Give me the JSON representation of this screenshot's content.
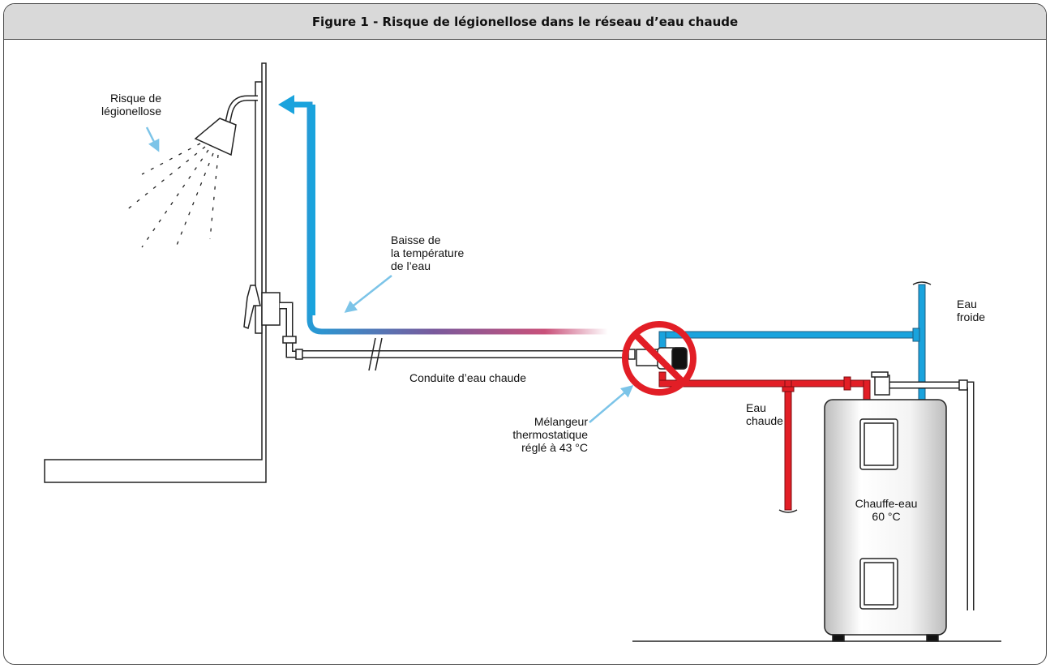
{
  "title": "Figure 1 - Risque de légionellose dans le réseau d’eau chaude",
  "labels": {
    "legionella_risk": "Risque de\nlégionellose",
    "temp_drop": "Baisse de\nla température\nde l’eau",
    "hot_water_line": "Conduite d’eau chaude",
    "thermostatic_mixer": "Mélangeur\nthermostatique\nréglé à 43 °C",
    "cold_water": "Eau\nfroide",
    "hot_water": "Eau\nchaude",
    "heater": "Chauffe-eau\n60 °C"
  },
  "colors": {
    "hot_pipe": "#e21e26",
    "cold_pipe": "#1aa3dd",
    "arrow_pointer": "#7cc4e8",
    "prohibited_sign": "#e21e26",
    "title_bar": "#d9d9d9"
  }
}
